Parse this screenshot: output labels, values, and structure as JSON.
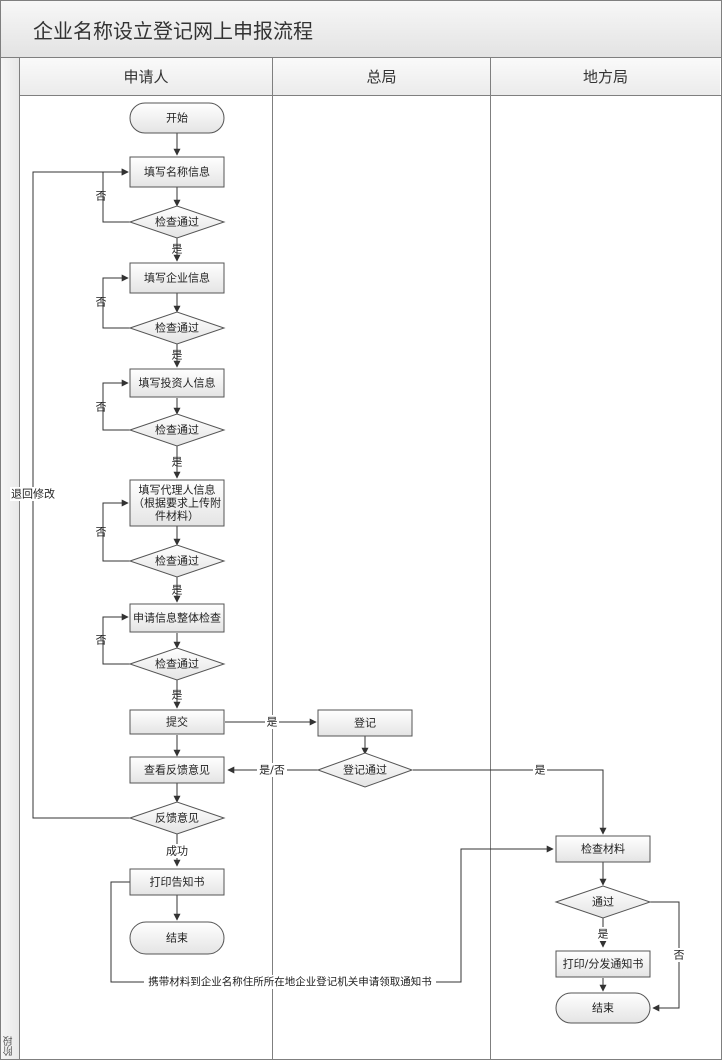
{
  "title": "企业名称设立登记网上申报流程",
  "stage_label": "阶段",
  "lanes": [
    "申请人",
    "总局",
    "地方局"
  ],
  "nodes": {
    "start": "开始",
    "fill_name": "填写名称信息",
    "check1": "检查通过",
    "fill_company": "填写企业信息",
    "check2": "检查通过",
    "fill_investor": "填写投资人信息",
    "check3": "检查通过",
    "fill_agent": [
      "填写代理人信息",
      "（根据要求上传附",
      "件材料）"
    ],
    "check4": "检查通过",
    "overall_check": "申请信息整体检查",
    "check5": "检查通过",
    "submit": "提交",
    "view_feedback": "查看反馈意见",
    "feedback": "反馈意见",
    "print_notice": "打印告知书",
    "end1": "结束",
    "register": "登记",
    "register_pass": "登记通过",
    "check_materials": "检查材料",
    "pass": "通过",
    "print_notify": "打印/分发通知书",
    "end2": "结束"
  },
  "edge_labels": {
    "yes": "是",
    "no": "否",
    "yes_no": "是/否",
    "success": "成功",
    "return_modify": "退回修改",
    "carry_materials": "携带材料到企业名称住所所在地企业登记机关申请领取通知书"
  },
  "colors": {
    "shape_fill_top": "#ffffff",
    "shape_fill_bottom": "#e4e4e4",
    "stroke": "#555555",
    "line": "#333333",
    "grid": "#7f7f7f"
  }
}
